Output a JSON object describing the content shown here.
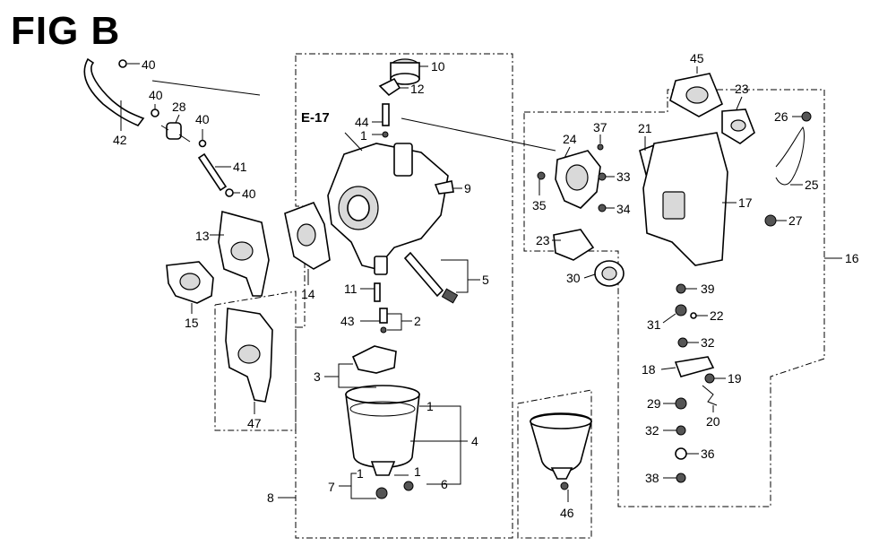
{
  "figure": {
    "title": "FIG B",
    "reference": "E-17"
  },
  "callouts": [
    "40",
    "40",
    "28",
    "40",
    "42",
    "41",
    "40",
    "13",
    "15",
    "14",
    "47",
    "10",
    "12",
    "44",
    "1",
    "9",
    "5",
    "11",
    "43",
    "2",
    "3",
    "1",
    "4",
    "7",
    "1",
    "1",
    "6",
    "8",
    "24",
    "37",
    "21",
    "33",
    "35",
    "34",
    "17",
    "45",
    "23",
    "26",
    "25",
    "27",
    "16",
    "23",
    "30",
    "39",
    "31",
    "22",
    "32",
    "18",
    "19",
    "29",
    "20",
    "32",
    "36",
    "38",
    "46"
  ]
}
